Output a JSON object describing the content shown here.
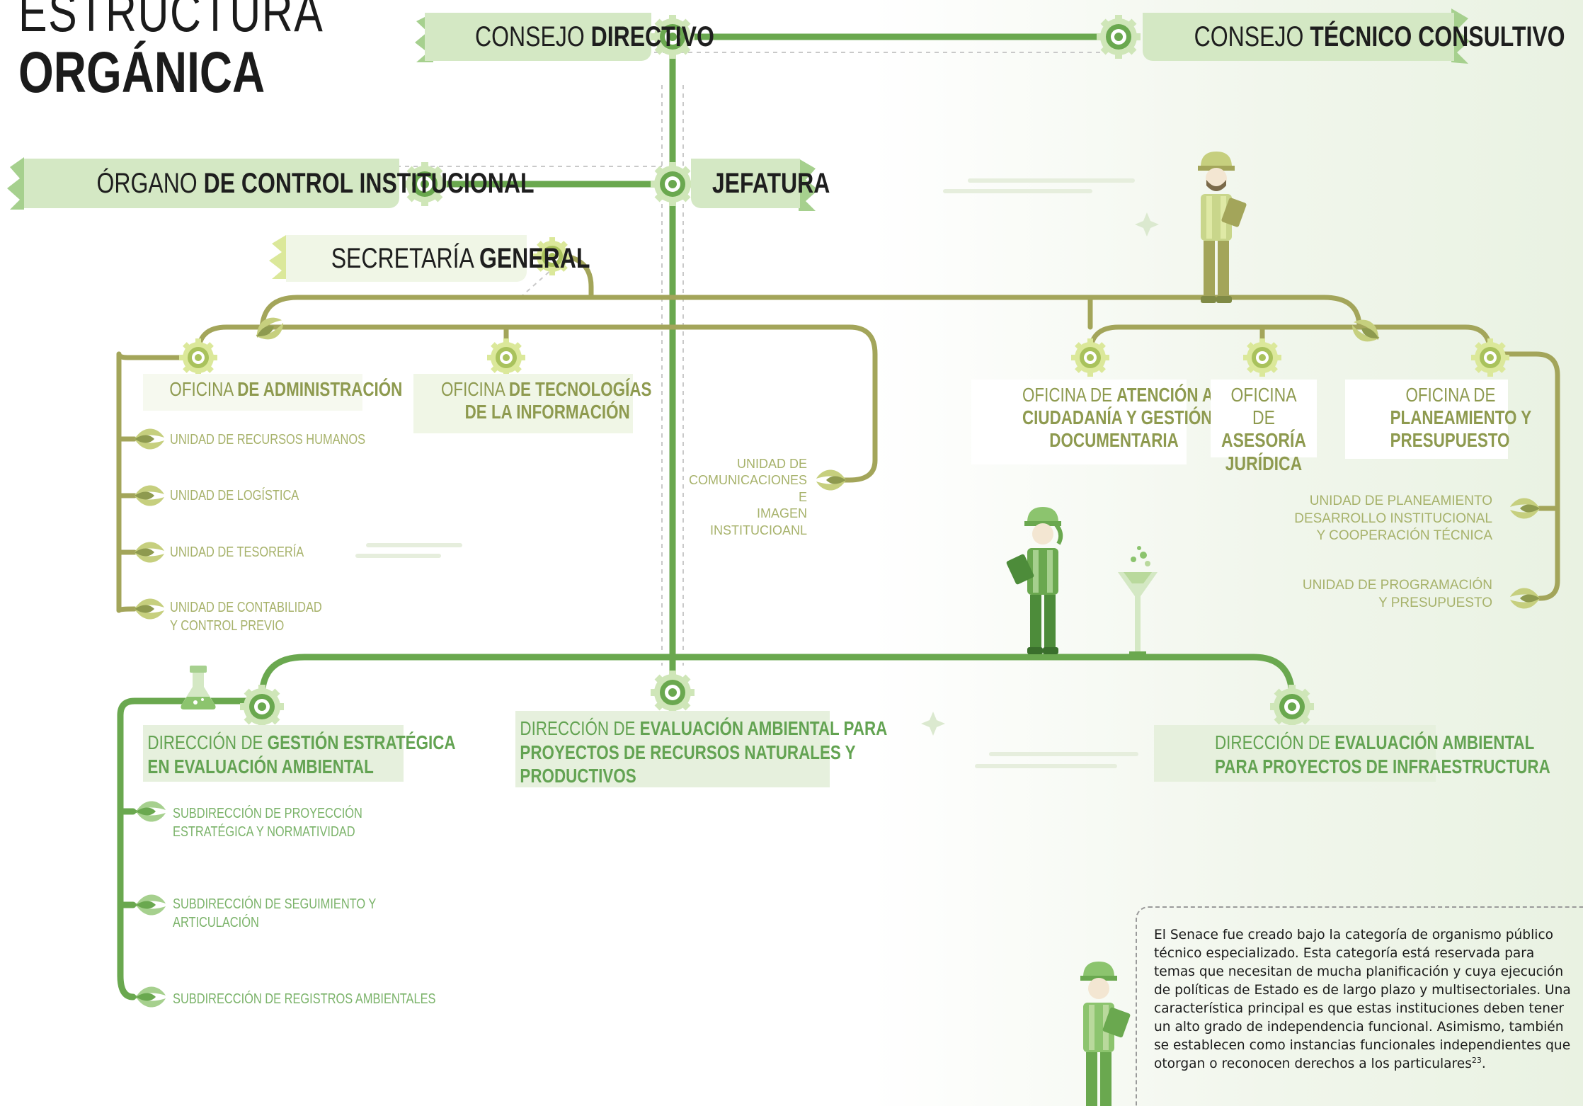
{
  "title": {
    "line1": "ESTRUCTURA",
    "line2": "ORGÁNICA"
  },
  "top": {
    "consejo_directivo": {
      "light": "CONSEJO ",
      "bold": "DIRECTIVO"
    },
    "consejo_tecnico": {
      "light": "CONSEJO ",
      "bold": "TÉCNICO CONSULTIVO"
    },
    "organo_control": {
      "light": "ÓRGANO ",
      "bold": "DE CONTROL INSTITUCIONAL"
    },
    "jefatura": {
      "bold": "JEFATURA"
    },
    "secretaria": {
      "light": "SECRETARÍA ",
      "bold": "GENERAL"
    }
  },
  "offices_left": [
    {
      "light": "OFICINA ",
      "bold": "DE ADMINISTRACIÓN"
    },
    {
      "light": "OFICINA ",
      "bold": "DE TECNOLOGÍAS",
      "bold2": "DE LA INFORMACIÓN"
    }
  ],
  "admin_units": [
    "UNIDAD DE RECURSOS HUMANOS",
    "UNIDAD DE LOGÍSTICA",
    "UNIDAD DE TESORERÍA",
    "UNIDAD DE CONTABILIDAD",
    "Y CONTROL PREVIO"
  ],
  "comunicaciones": [
    "UNIDAD DE",
    "COMUNICACIONES E",
    "IMAGEN",
    "INSTITUCIOANL"
  ],
  "offices_right": [
    {
      "light": "OFICINA DE ",
      "bold": "ATENCIÓN A LA",
      "bold2": "CIUDADANÍA Y GESTIÓN",
      "bold3": "DOCUMENTARIA"
    },
    {
      "light": "OFICINA DE",
      "bold": "ASESORÍA",
      "bold2": "JURÍDICA"
    },
    {
      "light": "OFICINA DE",
      "bold": "PLANEAMIENTO Y",
      "bold2": "PRESUPUESTO"
    }
  ],
  "planning_units": [
    "UNIDAD  DE PLANEAMIENTO",
    "DESARROLLO INSTITUCIONAL",
    "Y COOPERACIÓN TÉCNICA",
    "UNIDAD  DE  PROGRAMACIÓN",
    "Y PRESUPUESTO"
  ],
  "directions": [
    {
      "light": "DIRECCIÓN DE ",
      "bold": "GESTIÓN ESTRATÉGICA",
      "bold2": "EN EVALUACIÓN AMBIENTAL"
    },
    {
      "light": "DIRECCIÓN DE ",
      "bold": "EVALUACIÓN AMBIENTAL PARA",
      "bold2": "PROYECTOS DE RECURSOS NATURALES Y",
      "bold3": "PRODUCTIVOS"
    },
    {
      "light": "DIRECCIÓN DE ",
      "bold": "EVALUACIÓN AMBIENTAL",
      "bold2": "PARA PROYECTOS DE INFRAESTRUCTURA"
    }
  ],
  "sub_directions": [
    "SUBDIRECCIÓN DE PROYECCIÓN",
    "ESTRATÉGICA Y NORMATIVIDAD",
    "SUBDIRECCIÓN  DE SEGUIMIENTO Y",
    "ARTICULACIÓN",
    "SUBDIRECCIÓN  DE REGISTROS AMBIENTALES"
  ],
  "note": {
    "text": "El Senace fue creado bajo la categoría de organismo público técnico especializado. Esta categoría está reservada para temas que necesitan de mucha planificación y cuya ejecución de políticas de Estado es de largo plazo y multisectoriales. Una característica principal es que estas instituciones deben tener un alto grado de independencia funcional. Asimismo, también se establecen como instancias funcionales independientes que otorgan o reconocen derechos a los particulares",
    "footnote": "23",
    "end": "."
  },
  "colors": {
    "green": "#6aa84f",
    "olive": "#a3a55a",
    "label_bg": "#d4e8c4",
    "box_light": "#f0f6e6"
  },
  "icons": [
    "gear-node-icon",
    "leaf-icon",
    "worker-icon",
    "flask-icon",
    "sparkle-icon"
  ]
}
